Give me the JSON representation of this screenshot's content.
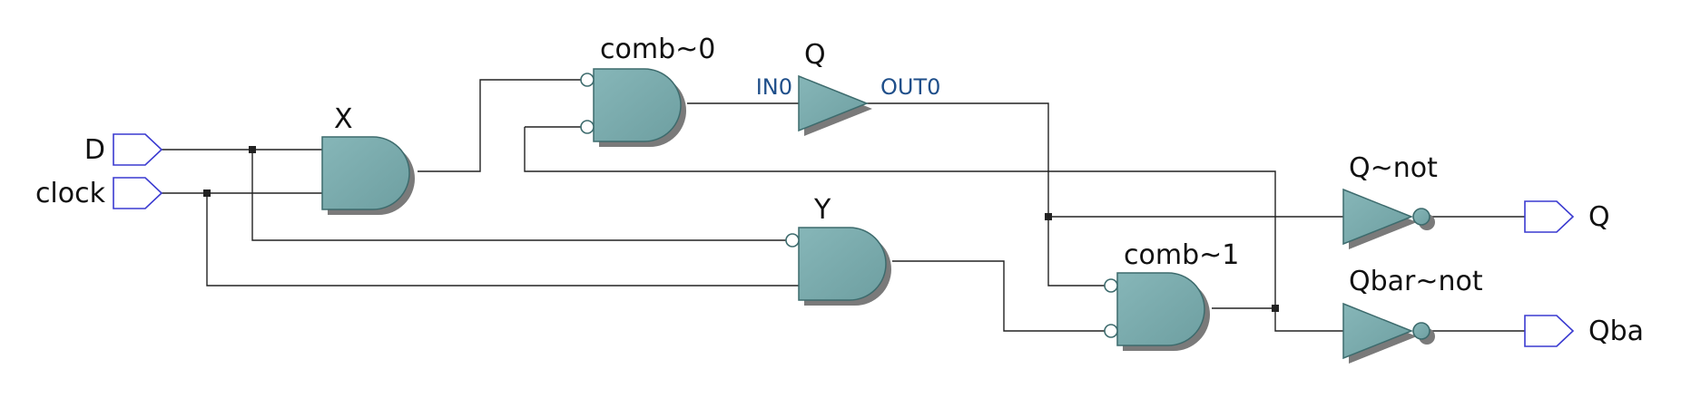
{
  "colors": {
    "gate_fill": "#79abad",
    "port_stroke": "#3a3ad0",
    "pin_label": "#1f4f8a",
    "wire": "#222222"
  },
  "diagram": {
    "inputs": [
      {
        "id": "D",
        "label": "D"
      },
      {
        "id": "clock",
        "label": "clock"
      }
    ],
    "outputs": [
      {
        "id": "Q",
        "label": "Q"
      },
      {
        "id": "Qbar",
        "label": "Qba"
      }
    ],
    "gates": [
      {
        "id": "X",
        "type": "and",
        "label": "X"
      },
      {
        "id": "Y",
        "type": "and",
        "label": "Y",
        "inverted_inputs": [
          0
        ]
      },
      {
        "id": "comb0",
        "type": "and",
        "label": "comb~0",
        "inverted_inputs": [
          0,
          1
        ]
      },
      {
        "id": "comb1",
        "type": "and",
        "label": "comb~1",
        "inverted_inputs": [
          0,
          1
        ]
      },
      {
        "id": "Qbuf",
        "type": "buffer",
        "label": "Q",
        "pins": {
          "in": "IN0",
          "out": "OUT0"
        }
      },
      {
        "id": "Qnot",
        "type": "not",
        "label": "Q~not"
      },
      {
        "id": "Qbarnot",
        "type": "not",
        "label": "Qbar~not"
      }
    ]
  }
}
